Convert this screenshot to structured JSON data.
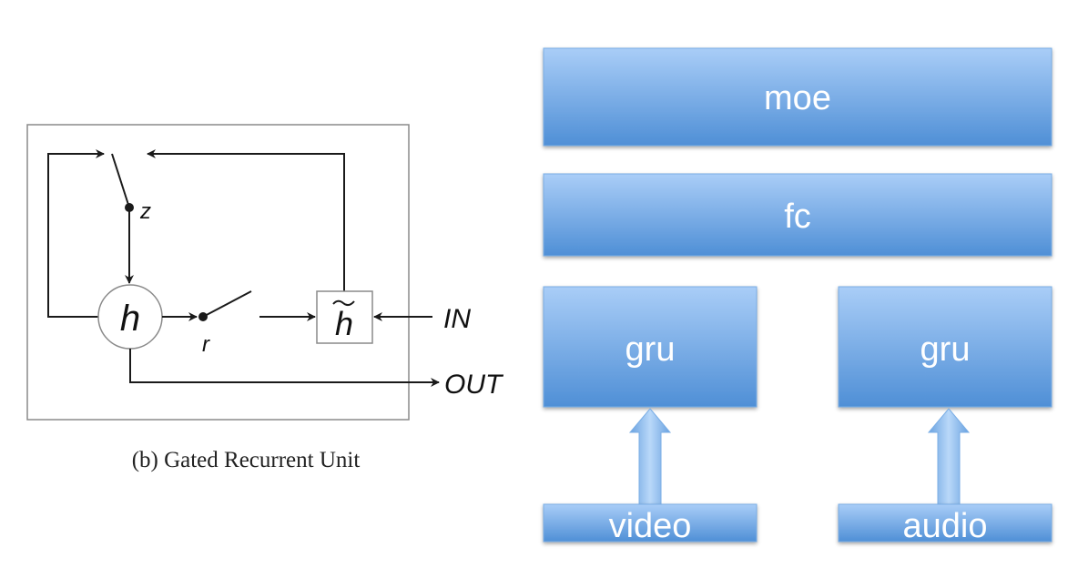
{
  "gru_diagram": {
    "caption": "(b) Gated Recurrent Unit",
    "labels": {
      "h": "h",
      "h_tilde": "h",
      "z": "z",
      "r": "r",
      "in": "IN",
      "out": "OUT"
    }
  },
  "architecture": {
    "moe": "moe",
    "fc": "fc",
    "gru_video": "gru",
    "gru_audio": "gru",
    "video": "video",
    "audio": "audio"
  },
  "colors": {
    "box_top": "#a9cdf7",
    "box_bottom": "#4f8fd6",
    "box_border": "#7aaee6",
    "arrow_top": "#b9d8f9",
    "arrow_bottom": "#6aa2e0",
    "line": "#1a1a1a",
    "frame": "#8a8a8a"
  }
}
